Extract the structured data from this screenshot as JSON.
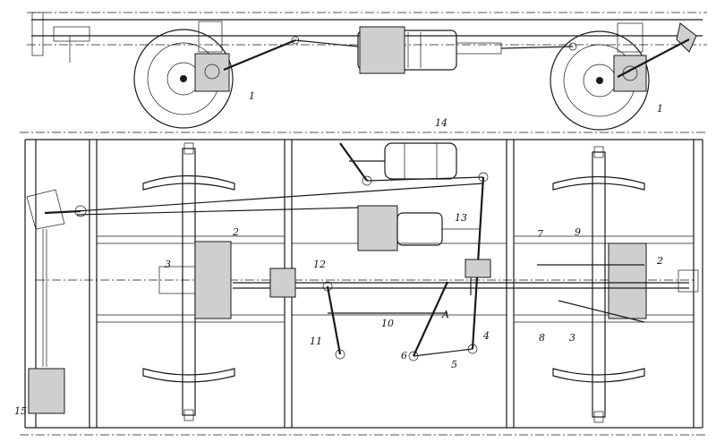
{
  "labels": {
    "side_left": "1",
    "side_right": "1",
    "n2_left": "2",
    "n2_right": "2",
    "n3_left": "3",
    "n3_right": "3",
    "n4": "4",
    "n5": "5",
    "n6": "6",
    "n7": "7",
    "n8": "8",
    "n9": "9",
    "n10": "10",
    "n11": "11",
    "n12": "12",
    "n13": "13",
    "n14": "14",
    "n15": "15",
    "nA": "A"
  }
}
